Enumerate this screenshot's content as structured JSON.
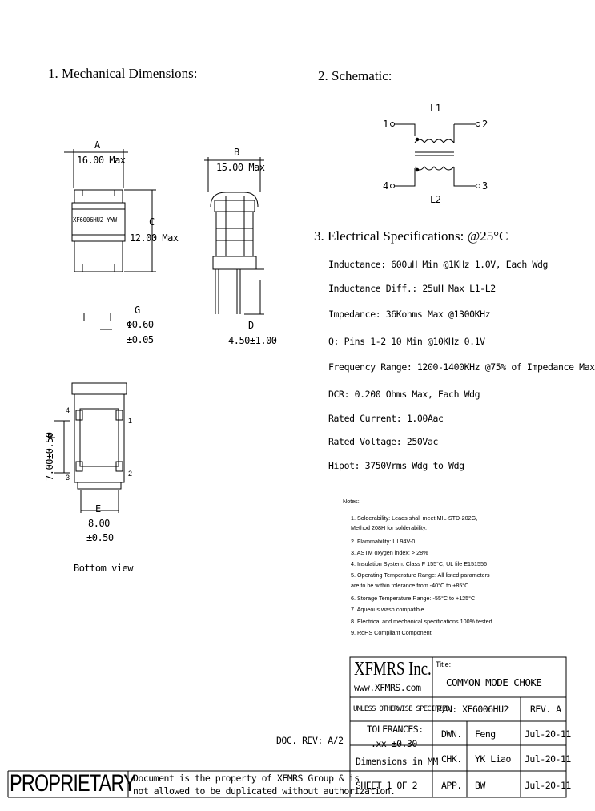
{
  "sections": {
    "mechanical": "1. Mechanical Dimensions:",
    "schematic": "2. Schematic:",
    "electrical": "3. Electrical Specifications: @25°C"
  },
  "dims": {
    "a_letter": "A",
    "a_value": "16.00 Max",
    "b_letter": "B",
    "b_value": "15.00 Max",
    "c_letter": "C",
    "c_value": "12.00 Max",
    "d_letter": "D",
    "d_value": "4.50±1.00",
    "g_letter": "G",
    "g_value1": "Φ0.60",
    "g_value2": "±0.05",
    "f_letter": "F",
    "f_value": "7.00±0.50",
    "e_letter": "E",
    "e_value1": "8.00",
    "e_value2": "±0.50",
    "part_marking": "XF6006HU2 YWW",
    "bottom_view": "Bottom view",
    "pin1": "1",
    "pin2": "2",
    "pin3": "3",
    "pin4": "4"
  },
  "schematic": {
    "l1": "L1",
    "l2": "L2",
    "p1": "1",
    "p2": "2",
    "p3": "3",
    "p4": "4"
  },
  "specs": [
    "Inductance: 600uH Min @1KHz 1.0V, Each Wdg",
    "Inductance Diff.: 25uH Max L1-L2",
    "Impedance: 36Kohms Max @1300KHz",
    "Q: Pins 1-2 10 Min @10KHz 0.1V",
    "Frequency Range: 1200-1400KHz @75% of Impedance Max",
    "DCR: 0.200 Ohms Max, Each Wdg",
    "Rated Current: 1.00Aac",
    "Rated Voltage: 250Vac",
    "Hipot: 3750Vrms Wdg to Wdg"
  ],
  "notes": {
    "title": "Notes:",
    "items": [
      "1. Solderability: Leads shall meet MIL-STD-202G,",
      "    Method 208H for solderability.",
      "2. Flammability: UL94V-0",
      "3. ASTM oxygen index: > 28%",
      "4. Insulation System: Class F 155°C, UL file E151556",
      "5. Operating Temperature Range: All listed parameters",
      "    are to be within tolerance from -40°C to +85°C",
      "6. Storage Temperature Range: -55°C to +125°C",
      "7. Aqueous wash compatible",
      "8. Electrical and mechanical specifications 100% tested",
      "9. RoHS Compliant Component"
    ]
  },
  "doc_rev": "DOC. REV: A/2",
  "proprietary": "PROPRIETARY",
  "proprietary_note1": "Document is the property of XFMRS Group & is",
  "proprietary_note2": "not allowed to be duplicated without authorization.",
  "titleblock": {
    "company": "XFMRS Inc.",
    "website": "www.XFMRS.com",
    "title_label": "Title:",
    "title": "COMMON MODE CHOKE",
    "unless": "UNLESS OTHERWISE SPECIFIED",
    "pn": "P/N: XF6006HU2",
    "rev": "REV. A",
    "tolerances": "TOLERANCES:",
    "xx": ".xx ±0.30",
    "dims": "Dimensions in MM",
    "dwn": "DWN.",
    "dwn_name": "Feng",
    "dwn_date": "Jul-20-11",
    "chk": "CHK.",
    "chk_name": "YK Liao",
    "chk_date": "Jul-20-11",
    "app": "APP.",
    "app_name": "BW",
    "app_date": "Jul-20-11",
    "sheet": "SHEET 1 OF 2"
  }
}
